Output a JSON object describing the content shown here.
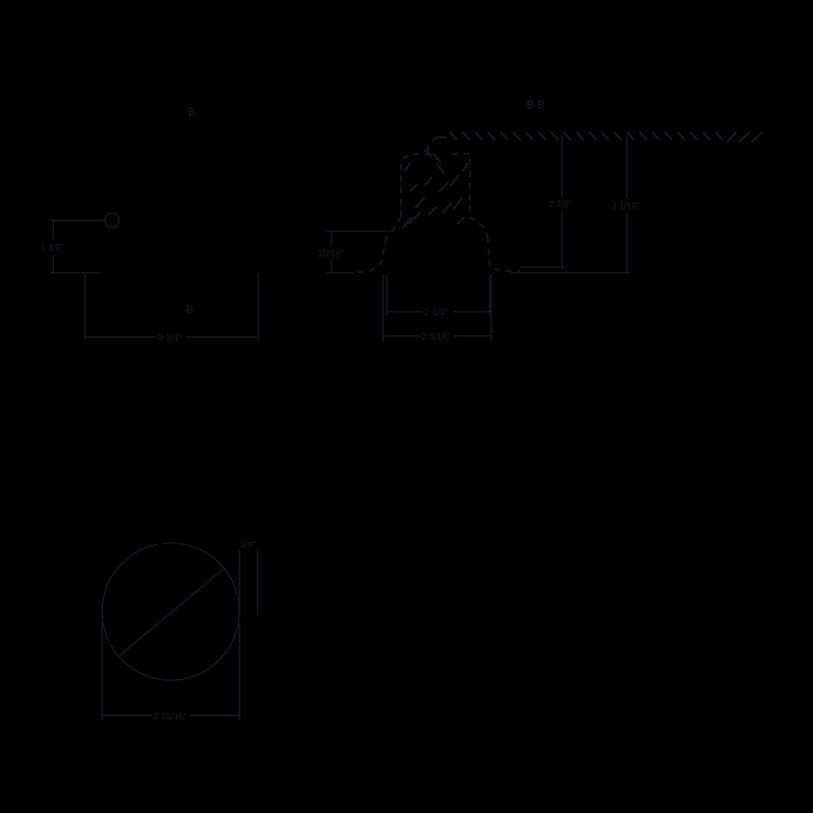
{
  "drawing": {
    "line_color": "#1c1c2c",
    "background": "#000000",
    "elevation_view": {
      "section_labels": {
        "top": "B",
        "bottom": "B"
      },
      "dimensions": {
        "height": "1 1/8\"",
        "width": "3 3/4\""
      }
    },
    "section_view": {
      "title": "B-B",
      "dimensions": {
        "step_height": "15/16\"",
        "inner_width": "2 1/4\"",
        "outer_width": "2 5/16\"",
        "depth_a": "2 7/8\"",
        "depth_b": "3 1/16\""
      }
    },
    "plan_view": {
      "dimensions": {
        "diameter": "2 15/16\"",
        "offset": "3/8\""
      }
    }
  }
}
